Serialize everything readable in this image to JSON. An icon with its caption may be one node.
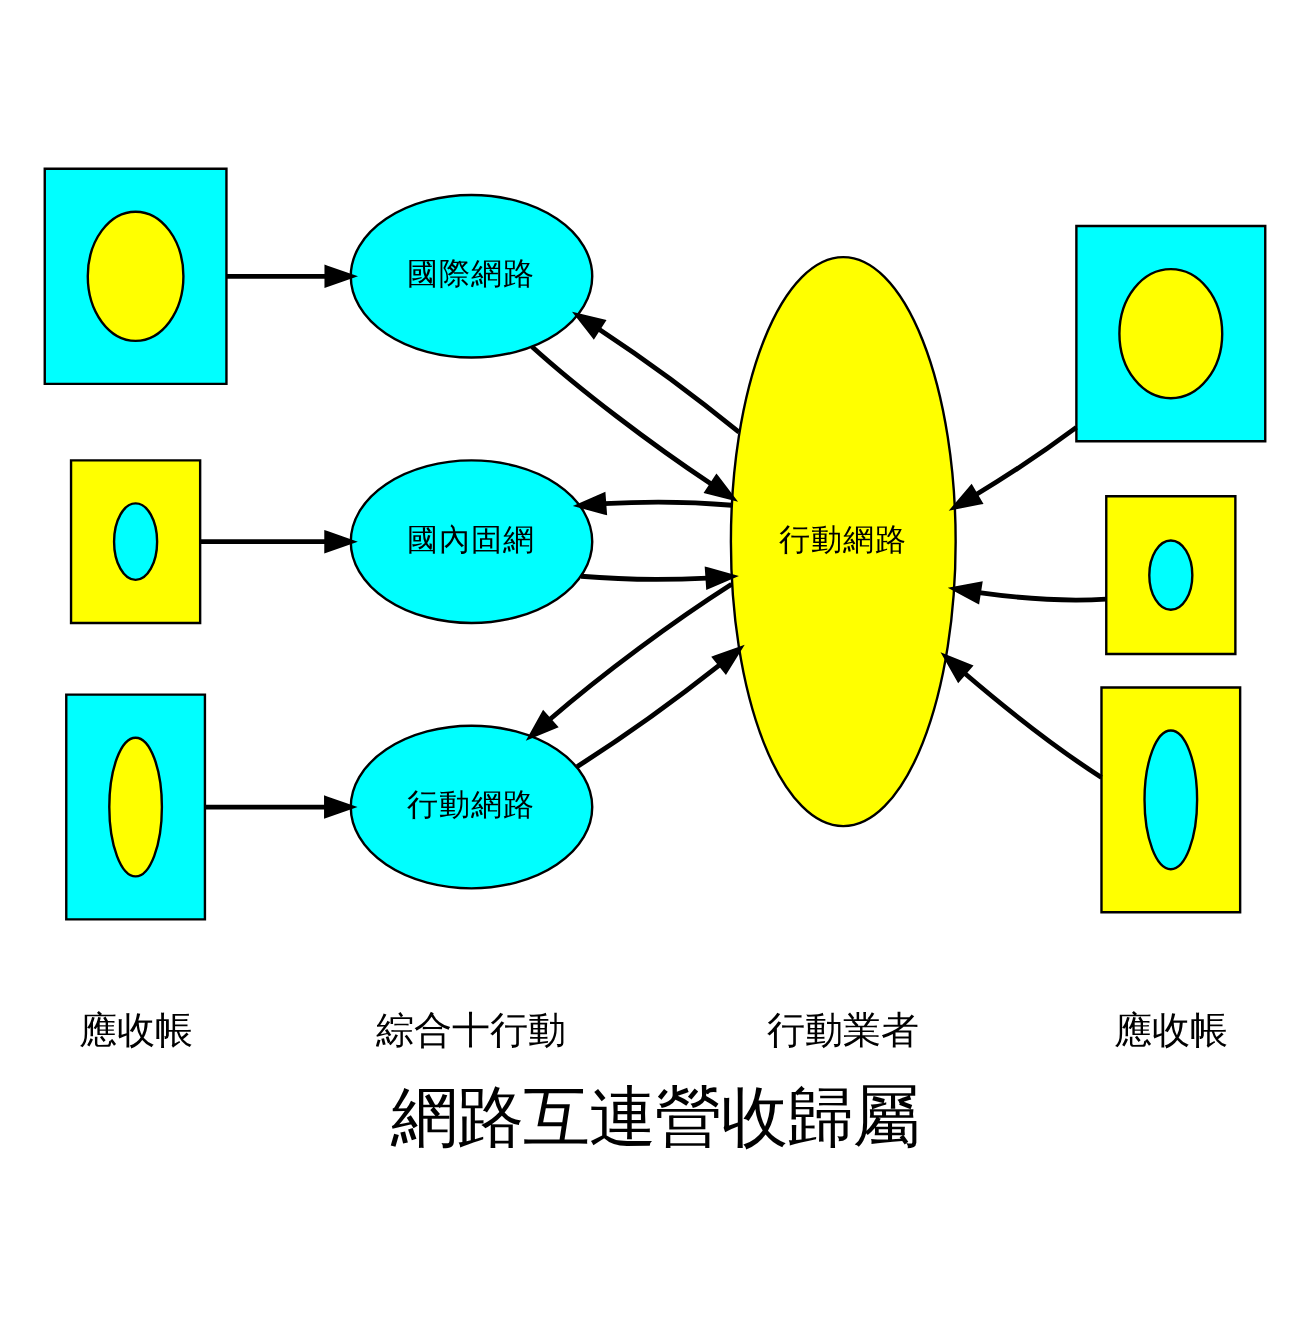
{
  "diagram": {
    "title": "網路互連營收歸屬",
    "nodes": [
      {
        "text": [],
        "shape": "box"
      },
      {
        "text": [],
        "shape": "ellipse",
        "in": 0
      },
      {
        "text": [
          "國際網路"
        ]
      },
      {
        "text": [
          "行動網路"
        ]
      },
      {
        "text": [],
        "shape": "box"
      },
      {
        "text": [],
        "shape": "ellipse",
        "in": 4
      },
      {
        "text": [],
        "shape": "box"
      },
      {
        "text": [],
        "shape": "ellipse",
        "in": 6
      },
      {
        "text": [
          "國內固網"
        ]
      },
      {
        "text": [],
        "shape": "box"
      },
      {
        "text": [],
        "shape": "ellipse",
        "in": 9
      },
      {
        "text": [],
        "shape": "box"
      },
      {
        "text": [],
        "shape": "ellipse",
        "in": 11
      },
      {
        "text": [
          "行動網路"
        ]
      },
      {
        "text": [],
        "shape": "box"
      },
      {
        "text": [],
        "shape": "ellipse",
        "in": 14
      }
    ],
    "edges": [
      {
        "from": 0,
        "to": 2,
        "arrow": "to"
      },
      {
        "from": 2,
        "to": 3,
        "arrow": "to"
      },
      {
        "from": 3,
        "to": 2,
        "arrow": "to"
      },
      {
        "from": 4,
        "to": 3,
        "arrow": "to"
      },
      {
        "from": 6,
        "to": 8,
        "arrow": "to"
      },
      {
        "from": 8,
        "to": 3,
        "arrow": "to"
      },
      {
        "from": 3,
        "to": 8,
        "arrow": "to"
      },
      {
        "from": 9,
        "to": 3,
        "arrow": "to"
      },
      {
        "from": 11,
        "to": 13,
        "arrow": "to"
      },
      {
        "from": 13,
        "to": 3,
        "arrow": "to"
      },
      {
        "from": 3,
        "to": 13,
        "arrow": "to"
      },
      {
        "from": 14,
        "to": 3,
        "arrow": "to"
      }
    ],
    "labels": [
      "應收帳",
      "綜合十行動",
      "行動業者",
      "應收帳"
    ]
  }
}
